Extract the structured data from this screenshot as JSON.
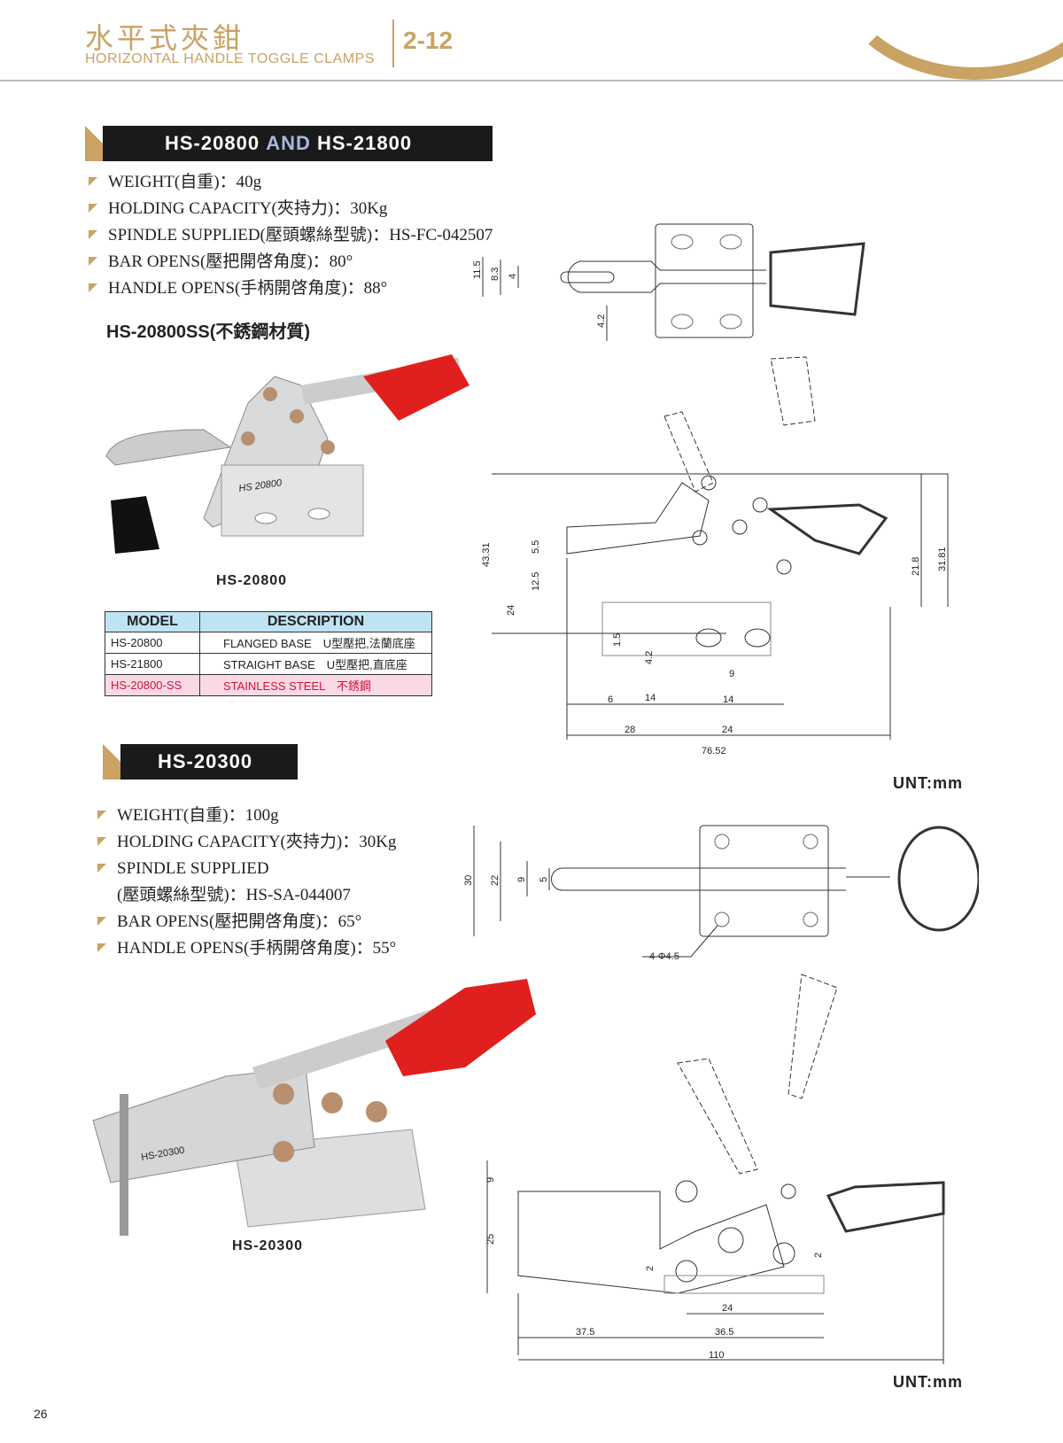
{
  "header": {
    "title_cn": "水平式夾鉗",
    "title_en": "HORIZONTAL HANDLE TOGGLE CLAMPS",
    "code": "2-12"
  },
  "section1": {
    "title_a": "HS-20800",
    "title_and": "AND",
    "title_b": "HS-21800",
    "specs": [
      "WEIGHT(自重)：40g",
      "HOLDING CAPACITY(夾持力)：30Kg",
      "SPINDLE SUPPLIED(壓頭螺絲型號)：HS-FC-042507",
      "BAR OPENS(壓把開啓角度)：80°",
      "HANDLE OPENS(手柄開啓角度)：88°"
    ],
    "subtitle": "HS-20800SS(不銹鋼材質)",
    "photo_caption": "HS-20800",
    "photo_stamp": "HS 20800",
    "table": {
      "headers": [
        "MODEL",
        "DESCRIPTION"
      ],
      "rows": [
        [
          "HS-20800",
          "FLANGED BASE　U型壓把,法蘭底座"
        ],
        [
          "HS-21800",
          "STRAIGHT BASE　U型壓把,直底座"
        ],
        [
          "HS-20800-SS",
          "STAINLESS STEEL　不銹鋼"
        ]
      ]
    },
    "dims_top": [
      "11.5",
      "8.3",
      "4",
      "4.2"
    ],
    "dims_side": [
      "43.31",
      "24",
      "12.5",
      "5.5",
      "1.5",
      "4.2",
      "21.8",
      "31.81",
      "9",
      "6",
      "14",
      "14",
      "28",
      "24",
      "76.52"
    ],
    "unit": "UNT:mm"
  },
  "section2": {
    "title": "HS-20300",
    "specs": [
      "WEIGHT(自重)：100g",
      "HOLDING CAPACITY(夾持力)：30Kg",
      "SPINDLE SUPPLIED",
      "(壓頭螺絲型號)：HS-SA-044007",
      "BAR OPENS(壓把開啓角度)：65°",
      "HANDLE OPENS(手柄開啓角度)：55°"
    ],
    "photo_caption": "HS-20300",
    "photo_stamp": "HS-20300",
    "dims_top": [
      "30",
      "22",
      "9",
      "5",
      "4-Φ4.5"
    ],
    "dims_side": [
      "9",
      "25",
      "2",
      "2",
      "24",
      "37.5",
      "36.5",
      "110"
    ],
    "unit": "UNT:mm"
  },
  "page_number": "26"
}
